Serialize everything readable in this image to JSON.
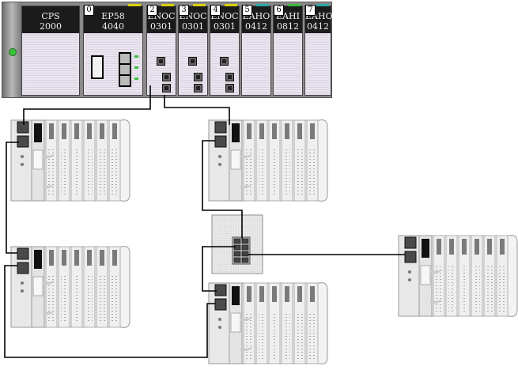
{
  "main_rack": {
    "power_supply": {
      "line1": "CPS",
      "line2": "2000"
    },
    "modules": [
      {
        "slot": "0",
        "line1": "EP58",
        "line2": "4040",
        "accent": "#d8d000"
      },
      {
        "slot": "2",
        "line1": "ENOC",
        "line2": "0301",
        "accent": "#d8d000"
      },
      {
        "slot": "3",
        "line1": "ENOC",
        "line2": "0301",
        "accent": "#d8d000"
      },
      {
        "slot": "4",
        "line1": "ENOC",
        "line2": "0301",
        "accent": "#d8d000"
      },
      {
        "slot": "5",
        "line1": "EAHO",
        "line2": "0412",
        "accent": "#2aa6a6"
      },
      {
        "slot": "6",
        "line1": "EAHI",
        "line2": "0812",
        "accent": "#3cb83c"
      },
      {
        "slot": "7",
        "line1": "EAHO",
        "line2": "0412",
        "accent": "#2aa6a6"
      }
    ]
  },
  "colors": {
    "cable": "#000000",
    "led_green": "#39c43c",
    "module_body": "#e6dfec",
    "header": "#1b1b1b"
  },
  "icons": [
    "rack-rail-icon",
    "ethernet-port-icon",
    "network-switch-icon",
    "remote-io-drop-icon"
  ]
}
